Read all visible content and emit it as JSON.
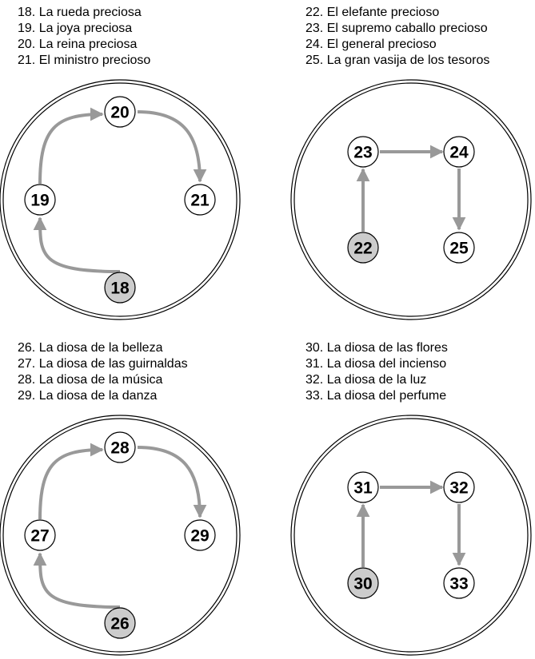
{
  "sections": [
    {
      "legend": [
        "18. La rueda preciosa",
        "19. La joya preciosa",
        "20. La reina preciosa",
        "21. El ministro precioso"
      ],
      "layout": "arc",
      "nodes": [
        {
          "label": "20",
          "highlighted": false
        },
        {
          "label": "19",
          "highlighted": false
        },
        {
          "label": "21",
          "highlighted": false
        },
        {
          "label": "18",
          "highlighted": true
        }
      ]
    },
    {
      "legend": [
        "22. El elefante precioso",
        "23. El supremo caballo precioso",
        "24. El general precioso",
        "25. La gran vasija de los tesoros"
      ],
      "layout": "square",
      "nodes": [
        {
          "label": "23",
          "highlighted": false
        },
        {
          "label": "24",
          "highlighted": false
        },
        {
          "label": "22",
          "highlighted": true
        },
        {
          "label": "25",
          "highlighted": false
        }
      ]
    },
    {
      "legend": [
        "26. La diosa de la belleza",
        "27. La diosa de las guirnaldas",
        "28. La diosa de la música",
        "29. La diosa de la danza"
      ],
      "layout": "arc",
      "nodes": [
        {
          "label": "28",
          "highlighted": false
        },
        {
          "label": "27",
          "highlighted": false
        },
        {
          "label": "29",
          "highlighted": false
        },
        {
          "label": "26",
          "highlighted": true
        }
      ]
    },
    {
      "legend": [
        "30. La diosa de las flores",
        "31. La diosa del incienso",
        "32. La diosa de la luz",
        "33. La diosa del perfume"
      ],
      "layout": "square",
      "nodes": [
        {
          "label": "31",
          "highlighted": false
        },
        {
          "label": "32",
          "highlighted": false
        },
        {
          "label": "30",
          "highlighted": true
        },
        {
          "label": "33",
          "highlighted": false
        }
      ]
    }
  ],
  "colors": {
    "arrow": "#999999",
    "highlight_fill": "#cccccc",
    "node_fill": "#ffffff",
    "stroke": "#000000"
  }
}
